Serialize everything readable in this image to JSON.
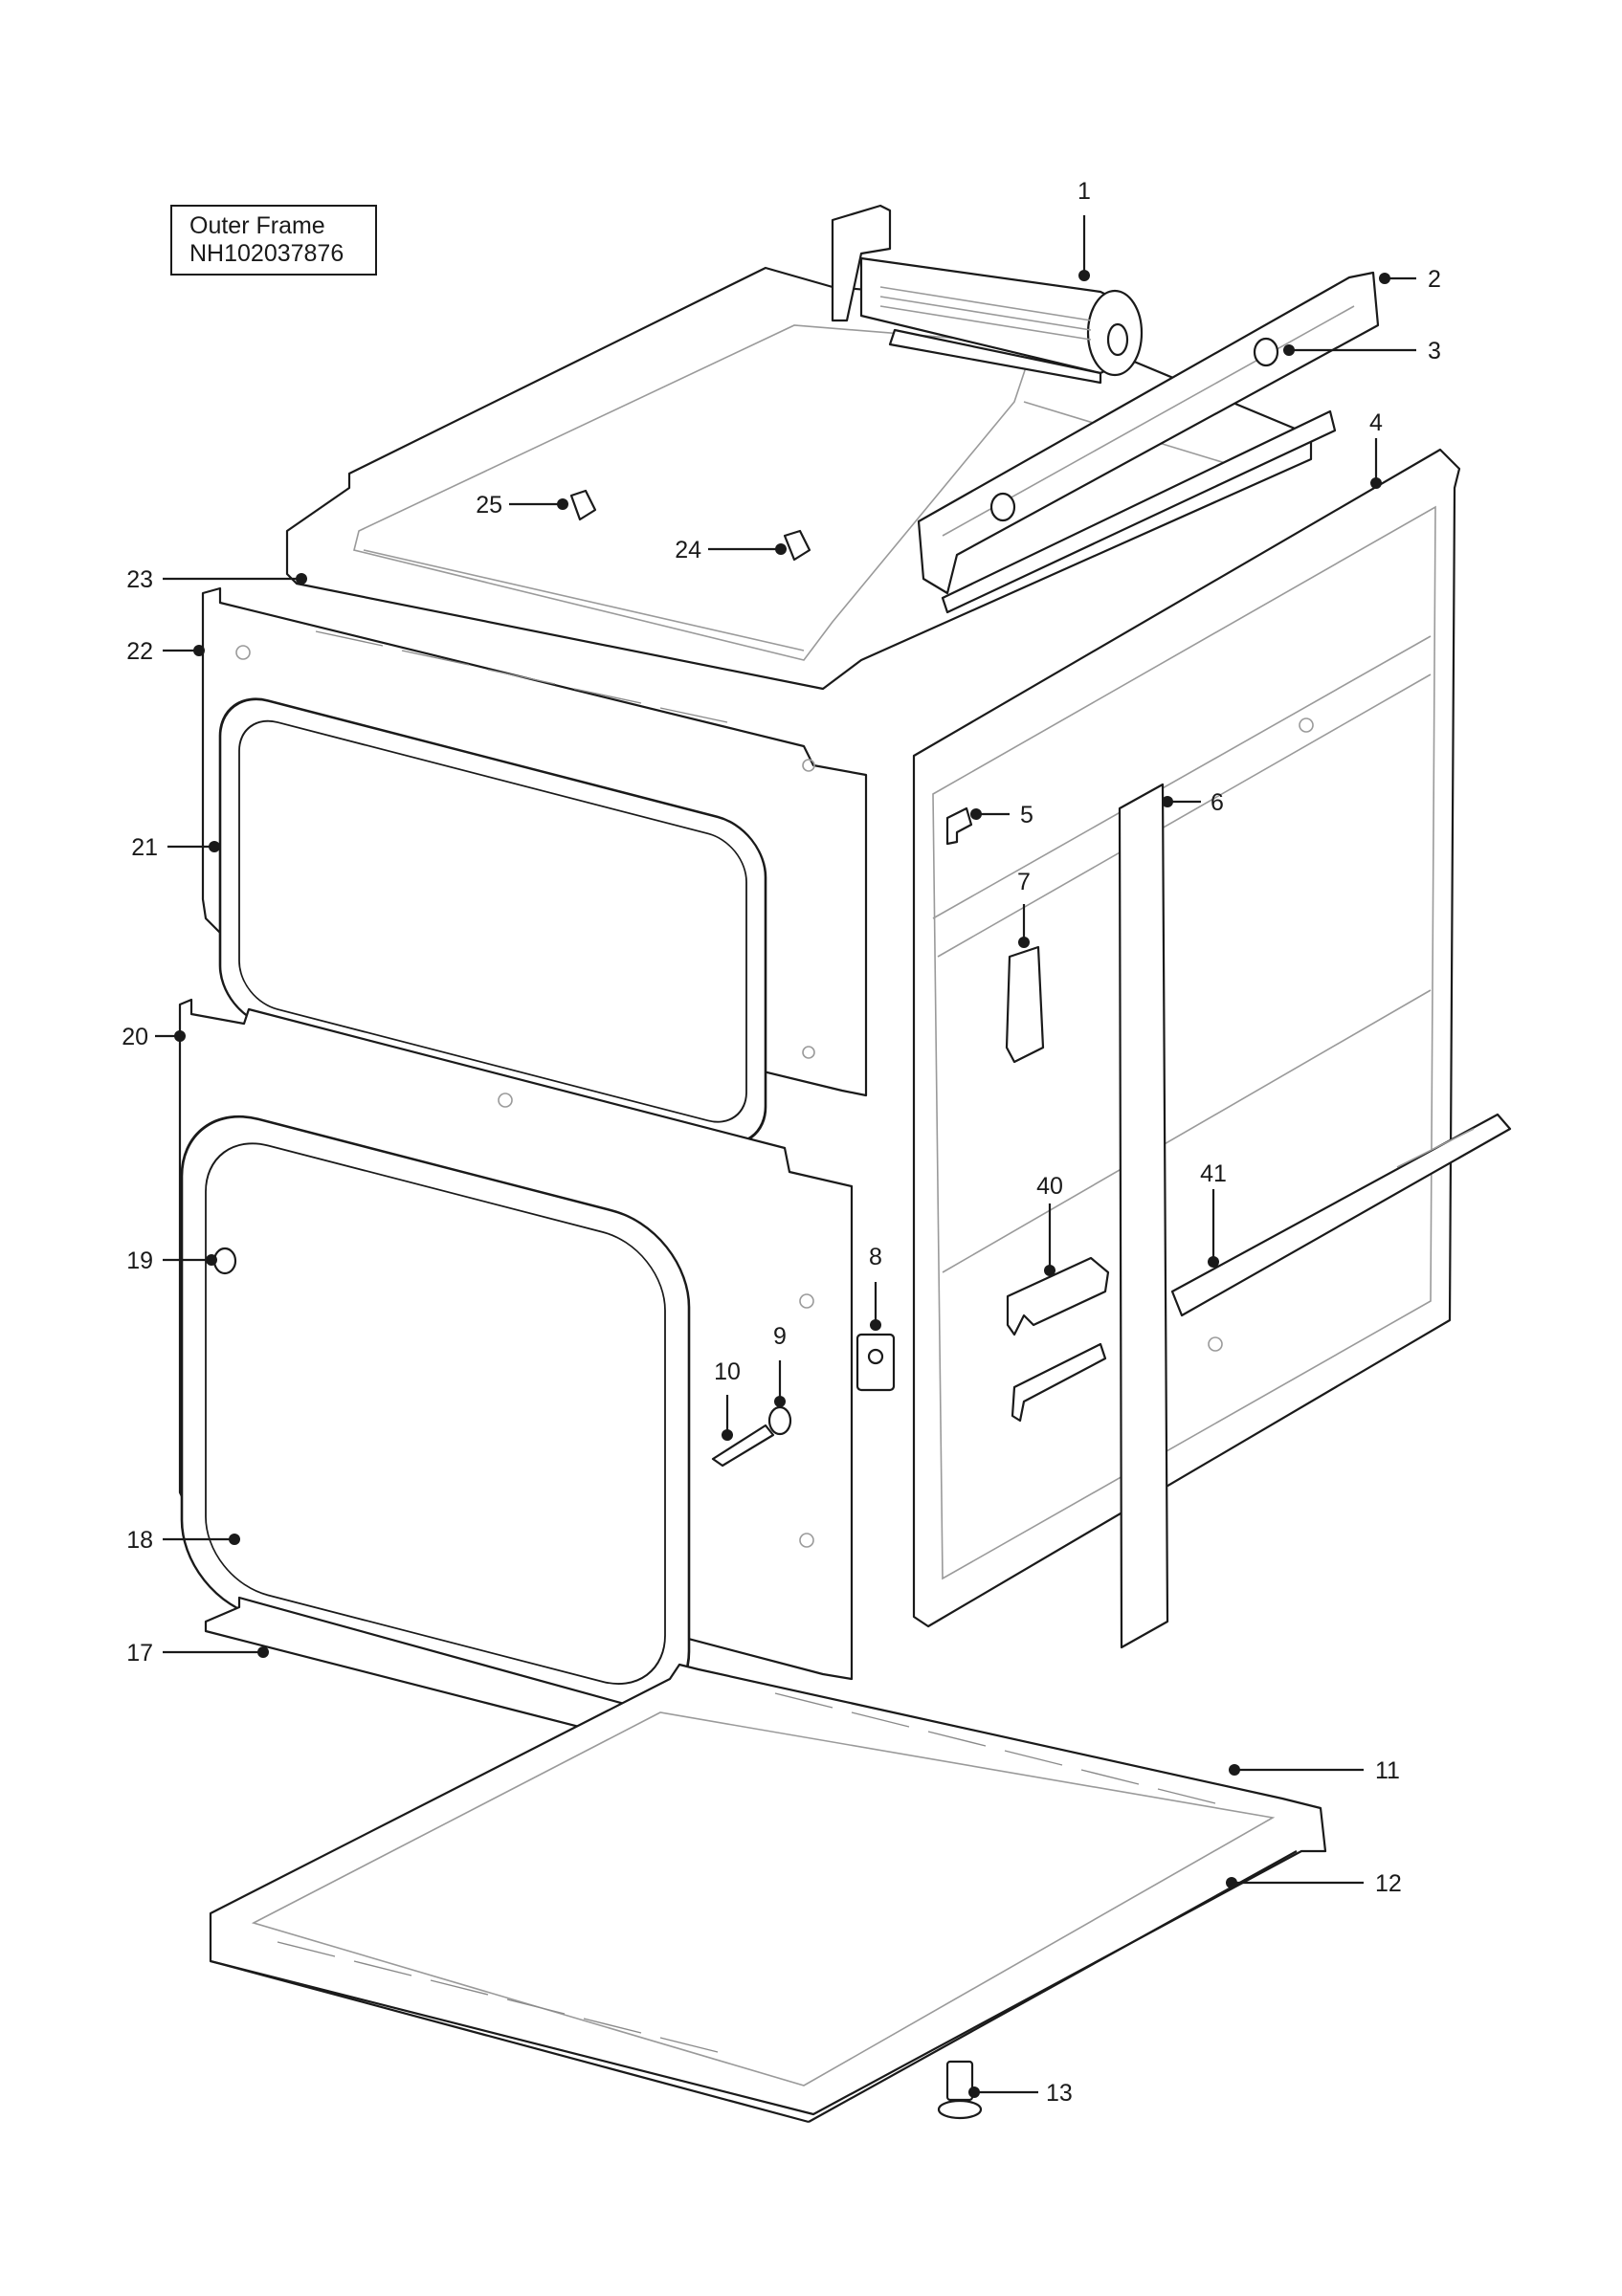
{
  "title_box": {
    "line1": "Outer Frame",
    "line2": "NH102037876"
  },
  "callouts": [
    {
      "label": "1"
    },
    {
      "label": "2"
    },
    {
      "label": "3"
    },
    {
      "label": "4"
    },
    {
      "label": "5"
    },
    {
      "label": "6"
    },
    {
      "label": "7"
    },
    {
      "label": "8"
    },
    {
      "label": "9"
    },
    {
      "label": "10"
    },
    {
      "label": "11"
    },
    {
      "label": "12"
    },
    {
      "label": "13"
    },
    {
      "label": "17"
    },
    {
      "label": "18"
    },
    {
      "label": "19"
    },
    {
      "label": "20"
    },
    {
      "label": "21"
    },
    {
      "label": "22"
    },
    {
      "label": "23"
    },
    {
      "label": "24"
    },
    {
      "label": "25"
    },
    {
      "label": "40"
    },
    {
      "label": "41"
    }
  ],
  "colors": {
    "line": "#1a1a1a",
    "faint_line": "#9a9a9a",
    "background": "#ffffff"
  }
}
